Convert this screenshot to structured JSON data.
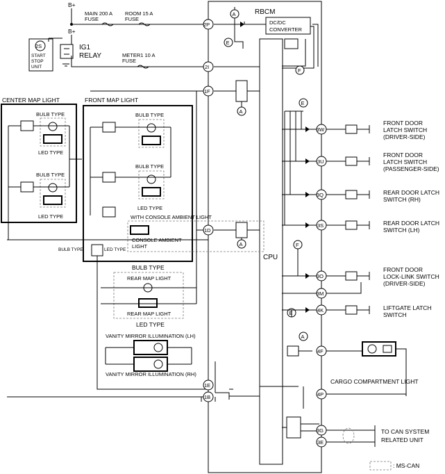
{
  "module": {
    "name": "RBCM",
    "cpu": "CPU",
    "converter": [
      "DC/DC",
      "CONVERTER"
    ]
  },
  "power": {
    "bplus_1": "B+",
    "bplus_2": "B+"
  },
  "fuses": [
    {
      "label": [
        "MAIN 200 A",
        "FUSE"
      ]
    },
    {
      "label": [
        "ROOM 15 A",
        "FUSE"
      ]
    },
    {
      "label": [
        "METER1 10 A",
        "FUSE"
      ]
    }
  ],
  "start_stop": {
    "pin": "2S",
    "label": [
      "START",
      "STOP",
      "UNIT"
    ]
  },
  "relay": {
    "label": [
      "IG1",
      "RELAY"
    ]
  },
  "pins": {
    "p2P": "2P",
    "p2I": "2I",
    "p1F": "1F",
    "p1D": "1D",
    "p1E": "1E",
    "p1B": "1B",
    "p3W": "3W",
    "p3U": "3U",
    "p3Q": "3Q",
    "p3S": "3S",
    "p3O": "3O",
    "p3M": "3M",
    "p4K": "4K",
    "p4F": "4F",
    "p4P": "4P",
    "p3G": "3G",
    "p3E": "3E"
  },
  "refs": {
    "A": "A",
    "E": "E",
    "F": "F"
  },
  "lights": {
    "center_map": "CENTER MAP LIGHT",
    "front_map": "FRONT MAP LIGHT",
    "bulb_type": "BULB TYPE",
    "led_type": "LED TYPE",
    "console_with": "WITH CONSOLE AMBIENT LIGHT",
    "console": [
      "CONSOLE AMBIENT",
      "LIGHT"
    ],
    "rear_map": "REAR MAP LIGHT",
    "vanity_lh": "VANITY MIRROR ILLUMINATION (LH)",
    "vanity_rh": "VANITY MIRROR ILLUMINATION (RH)",
    "cargo": "CARGO COMPARTMENT LIGHT"
  },
  "switches": [
    {
      "label": [
        "FRONT DOOR",
        "LATCH SWITCH",
        "(DRIVER-SIDE)"
      ]
    },
    {
      "label": [
        "FRONT DOOR",
        "LATCH SWITCH",
        "(PASSENGER-SIDE)"
      ]
    },
    {
      "label": [
        "REAR DOOR LATCH",
        "SWITCH (RH)"
      ]
    },
    {
      "label": [
        "REAR DOOR LATCH",
        "SWITCH (LH)"
      ]
    },
    {
      "label": [
        "FRONT DOOR",
        "LOCK-LINK SWITCH",
        "(DRIVER-SIDE)"
      ]
    },
    {
      "label": [
        "LIFTGATE LATCH",
        "SWITCH"
      ]
    }
  ],
  "can": {
    "label": [
      "TO CAN SYSTEM",
      "RELATED UNIT"
    ],
    "legend": ": MS-CAN"
  }
}
